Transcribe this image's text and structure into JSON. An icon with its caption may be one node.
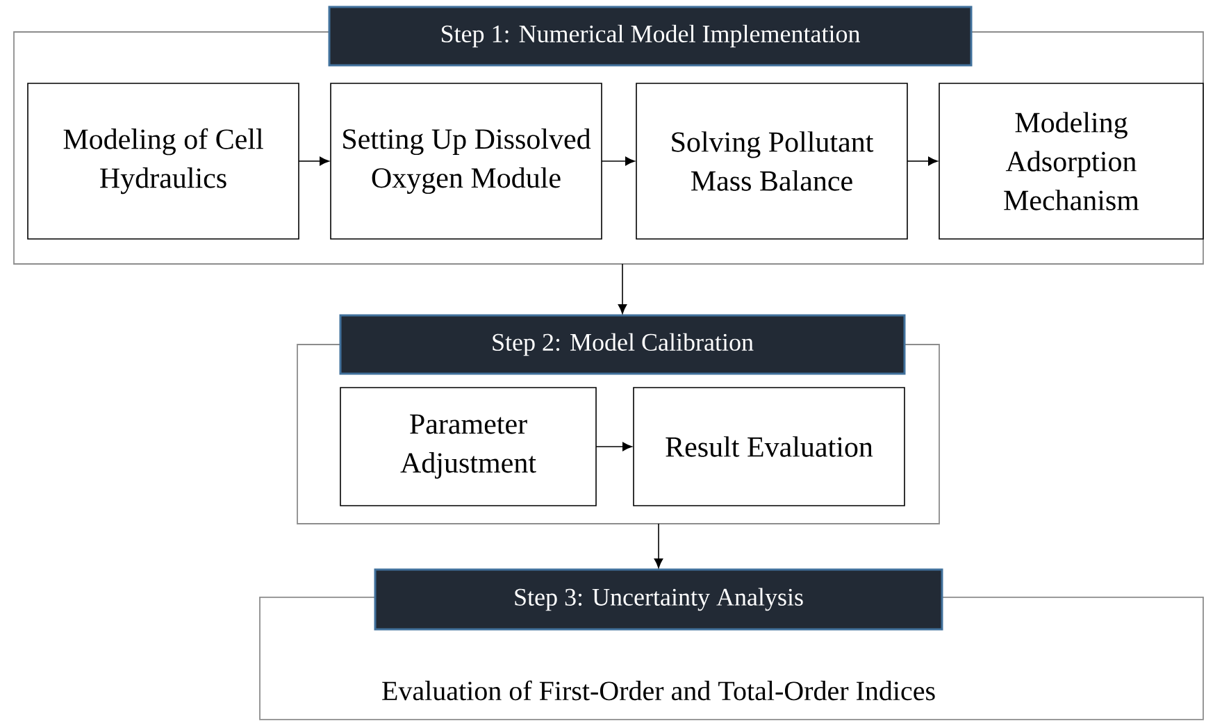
{
  "diagram": {
    "nodes": [
      {
        "text": [
          "Step 1: Numerical Model Implementation"
        ]
      },
      {
        "text": [
          "Modeling of Cell Hydraulics"
        ],
        "in": 0
      },
      {
        "text": [
          "Setting Up Dissolved Oxygen Module"
        ],
        "in": 0
      },
      {
        "text": [
          "Solving Pollutant Mass Balance"
        ],
        "in": 0
      },
      {
        "text": [
          "Modeling Adsorption Mechanism"
        ],
        "in": 0
      },
      {
        "text": [
          "Step 2: Model Calibration"
        ]
      },
      {
        "text": [
          "Parameter Adjustment"
        ],
        "in": 5
      },
      {
        "text": [
          "Result Evaluation"
        ],
        "in": 5
      },
      {
        "text": [
          "Step 3: Uncertainty Analysis",
          "Evaluation of First-Order and Total-Order Indices"
        ]
      }
    ],
    "edges": [
      {
        "from": 1,
        "to": 2,
        "arrow": "to"
      },
      {
        "from": 2,
        "to": 3,
        "arrow": "to"
      },
      {
        "from": 3,
        "to": 4,
        "arrow": "to"
      },
      {
        "from": 0,
        "to": 5,
        "arrow": "to"
      },
      {
        "from": 6,
        "to": 7,
        "arrow": "to"
      },
      {
        "from": 5,
        "to": 8,
        "arrow": "to"
      }
    ]
  }
}
